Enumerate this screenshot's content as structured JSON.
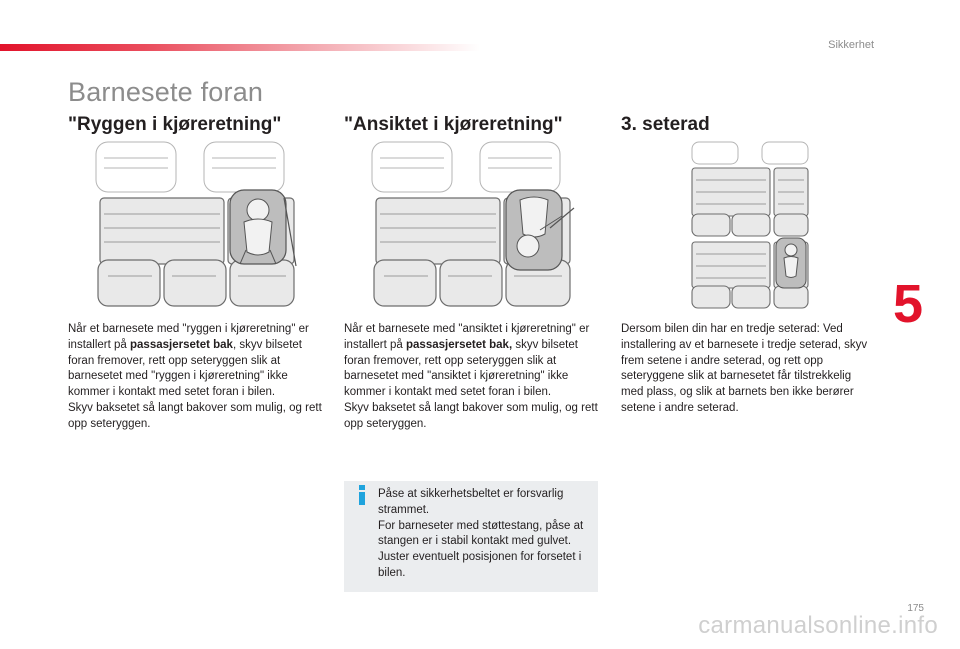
{
  "header": {
    "section_label": "Sikkerhet",
    "page_title": "Barnesete foran"
  },
  "columns": [
    {
      "heading": "\"Ryggen i kjøreretning\"",
      "text_parts": [
        "Når et barnesete med \"ryggen i kjøreretning\" er installert på ",
        "passasjersetet bak",
        ", skyv bilsetet foran fremover, rett opp seteryggen slik at barnesetet med \"ryggen i kjøreretning\" ikke kommer i kontakt med setet foran i bilen.",
        "Skyv baksetet så langt bakover som mulig, og rett opp seteryggen."
      ]
    },
    {
      "heading": "\"Ansiktet i kjøreretning\"",
      "text_parts": [
        "Når et barnesete med \"ansiktet i kjøreretning\" er installert på ",
        "passasjersetet bak,",
        " skyv bilsetet foran fremover, rett opp seteryggen slik at barnesetet med \"ansiktet i kjøreretning\" ikke kommer i kontakt med setet foran i bilen.",
        "Skyv baksetet så langt bakover som mulig, og rett opp seteryggen."
      ]
    },
    {
      "heading": "3. seterad",
      "text": "Dersom bilen din har en tredje seterad: Ved installering av et barnesete i tredje seterad, skyv frem setene i andre seterad, og rett opp seteryggene slik at barnesetet får tilstrekkelig med plass, og slik at barnets ben ikke berører setene i andre seterad."
    }
  ],
  "info_box": {
    "line1": "Påse at sikkerhetsbeltet er forsvarlig strammet.",
    "line2": "For barneseter med støttestang, påse at stangen er i stabil kontakt med gulvet. Juster eventuelt posisjonen for forsetet i bilen."
  },
  "chapter_number": "5",
  "page_number": "175",
  "watermark": "carmanualsonline.info",
  "colors": {
    "accent": "#e2132b",
    "info_icon": "#1fa3dd",
    "info_bg": "#ebedef",
    "muted": "#8c8c8c"
  }
}
